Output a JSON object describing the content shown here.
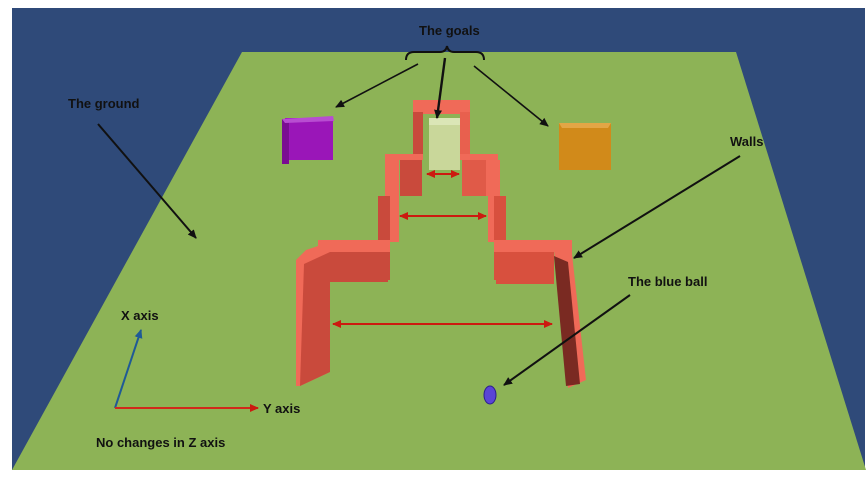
{
  "colors": {
    "sky": "#2f4a79",
    "ground": "#8db356",
    "wall_top": "#f06a58",
    "wall_side": "#c94a3c",
    "wall_dark": "#7a2a22",
    "goal_purple": "#9a16b8",
    "goal_green": "#c9d79a",
    "goal_orange": "#d18a1a",
    "ball": "#5a44d6",
    "annotation_arrow": "#111111",
    "measure_arrow": "#cc1a10",
    "x_axis": "#1f5a96",
    "y_axis": "#d12a1a"
  },
  "labels": {
    "goals": "The goals",
    "ground": "The ground",
    "walls": "Walls",
    "ball": "The blue ball",
    "x_axis": "X axis",
    "y_axis": "Y axis",
    "z_note": "No changes in Z axis"
  },
  "icons": {
    "goal_left": "purple-box",
    "goal_center": "green-box",
    "goal_right": "orange-box",
    "ball": "blue-ball"
  }
}
